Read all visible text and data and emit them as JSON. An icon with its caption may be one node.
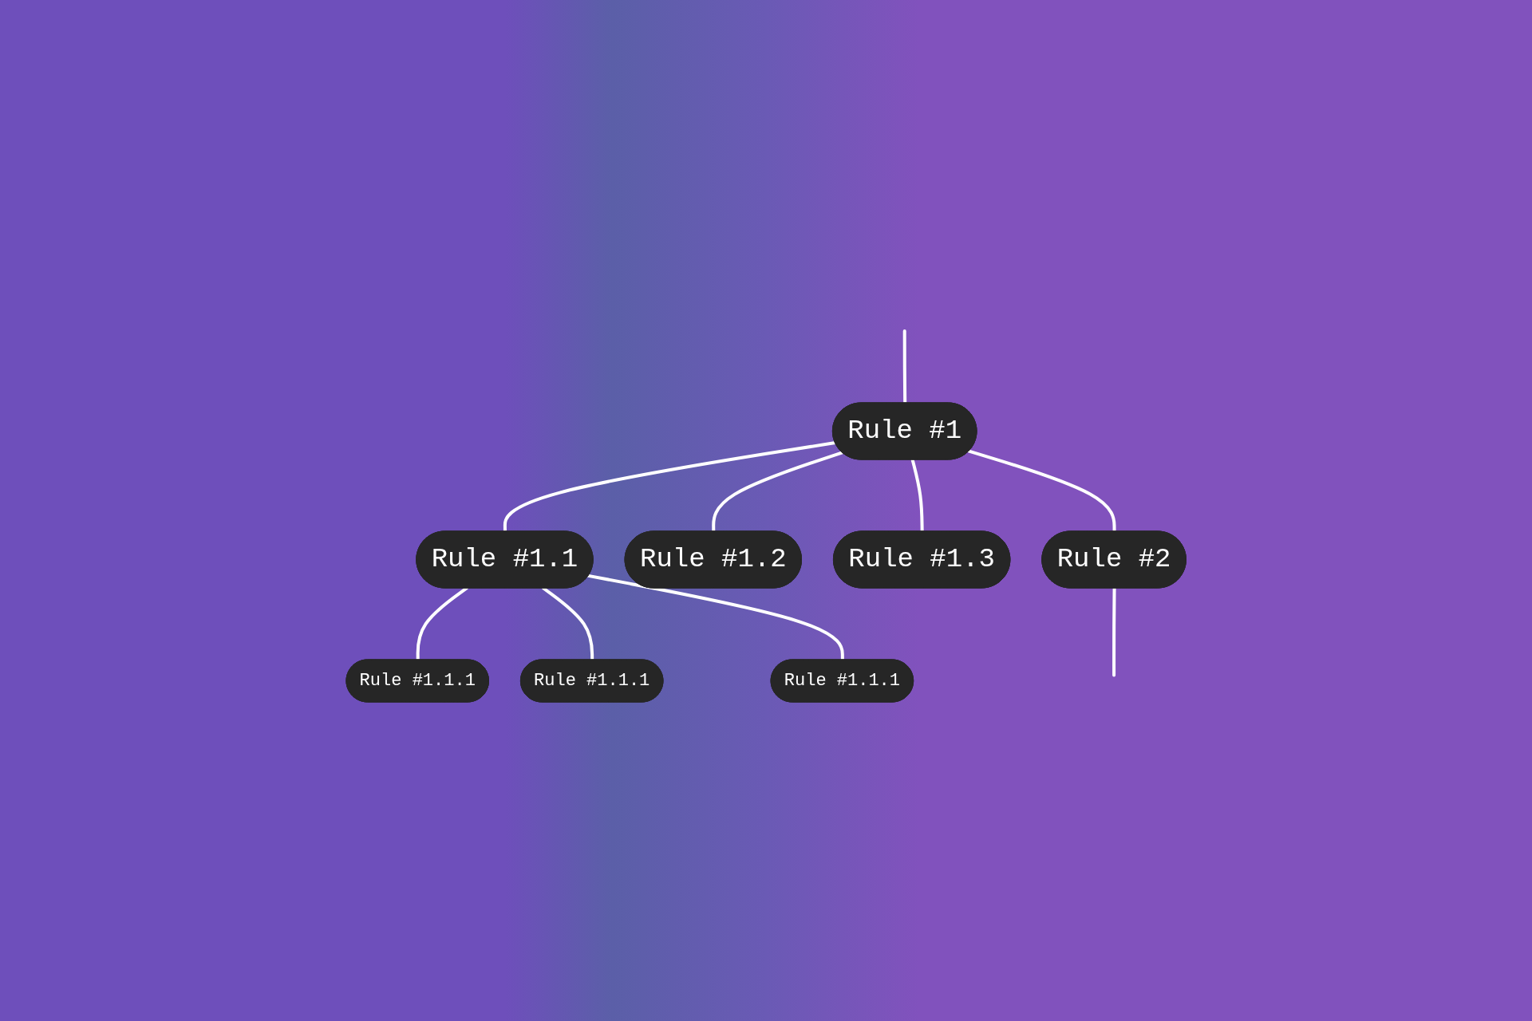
{
  "diagram": {
    "nodes": [
      {
        "text": [
          "Rule #1"
        ]
      },
      {
        "text": [
          "Rule #1.1"
        ]
      },
      {
        "text": [
          "Rule #1.1.1"
        ]
      },
      {
        "text": [
          "Rule #1.1.1"
        ]
      },
      {
        "text": [
          "Rule #1.1.1"
        ]
      },
      {
        "text": [
          "Rule #1.2"
        ]
      },
      {
        "text": [
          "Rule #1.3"
        ]
      },
      {
        "text": [
          "Rule #2"
        ]
      }
    ],
    "edges": [
      {
        "from": null,
        "to": 0,
        "arrow": "none"
      },
      {
        "from": 0,
        "to": 1,
        "arrow": "none"
      },
      {
        "from": 0,
        "to": 5,
        "arrow": "none"
      },
      {
        "from": 0,
        "to": 6,
        "arrow": "none"
      },
      {
        "from": 1,
        "to": 2,
        "arrow": "none"
      },
      {
        "from": 1,
        "to": 3,
        "arrow": "none"
      },
      {
        "from": 1,
        "to": 4,
        "arrow": "none"
      },
      {
        "from": 0,
        "to": 7,
        "arrow": "none"
      },
      {
        "from": 7,
        "to": null,
        "arrow": "none"
      }
    ]
  }
}
